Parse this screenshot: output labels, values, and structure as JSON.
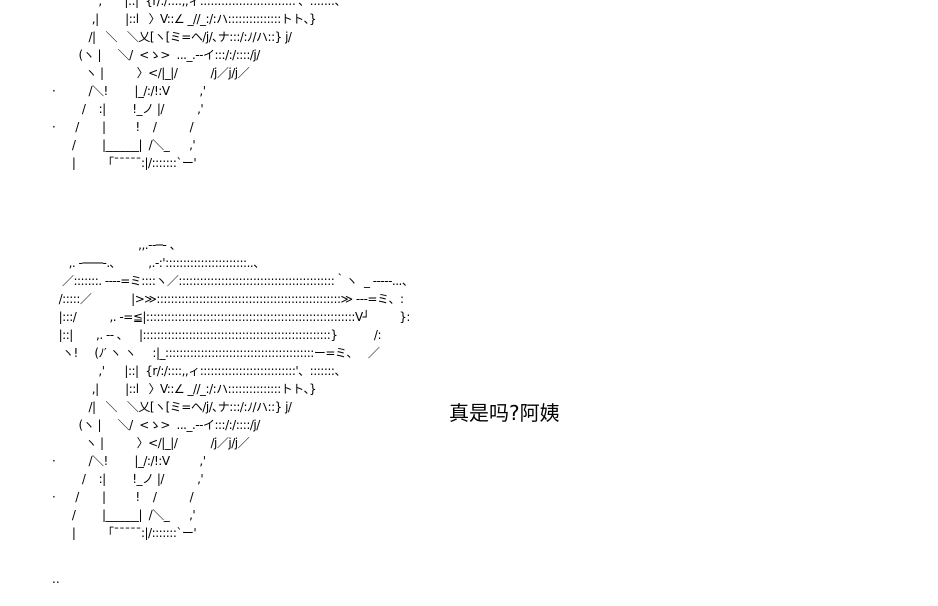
{
  "art_top": {
    "text": "              ,'      |::|  {r/:/::::,,ィ:::::::::::::::::::::::::::'、:::::::、\n            ,|        |::l   〉V::∠ _//_:/:ハ:::::::::::::::トト、}\n           /|   ＼   ＼乂[ヽ[ミ=ヘ/j/､ナ:::/:ﾉ/ハ::} j/\n        (ヽ |     ＼/  <ゝ>  ..._.--イ:::/:/::::/j/\n          ヽ |          〉</|_|/          /j／j/j／\n·          /＼!        |_/:/!:V         ,'\n         /    :|        !_ノ |/          ,'\n·      /       |         !    /          /\n      /        |______|  /＼_      ,'\n      |        「¯¯¯¯¯:|/:::::::`ー'"
  },
  "art_bottom": {
    "text": "                          ,,.--─- 、\n     ,. -───-.､          ,.-:':::::::::::::::::::::::..、\n   ／:::::::. ----=ミ::::ヽ／::::::::::::::::::::::::::::::::::::::::::::｀ヽ  _ -----...、\n  /:::::／            |>≫::::::::::::::::::::::::::::::::::::::::::::::::::::≫ ---=ミ、:\n  |:::/          ,. -=≦|:::::::::::::::::::::::::::::::::::::::::::::::::::::::::::V┘         }:\n  |::|       ,. -‐ ､     |:::::::::::::::::::::::::::::::::::::::::::::::::::::}           /:\n   ヽ!     (ﾉ′ ヽ ヽ     :|_::::::::::::::::::::::::::::::::::::::::::ー=ミ、   ／\n              ,'      |::|  {r/:/::::,,ィ:::::::::::::::::::::::::::'、:::::::、\n            ,|        |::l   〉V::∠ _//_:/:ハ:::::::::::::::トト、}\n           /|   ＼   ＼乂[ヽ[ミ=ヘ/j/､ナ:::/:ﾉ/ハ::} j/\n        (ヽ |     ＼/  <ゝ>  ..._.--イ:::/:/::::/j/\n          ヽ |          〉</|_|/          /j／j/j／\n·          /＼!        |_/:/!:V         ,'\n         /    :|        !_ノ |/          ,'\n·      /       |         !    /          /\n      /        |______|  /＼_      ,'\n      |        「¯¯¯¯¯:|/:::::::`ー'"
  },
  "dialogue": {
    "text": "真是吗?阿姨"
  },
  "stray": {
    "text": ".."
  }
}
